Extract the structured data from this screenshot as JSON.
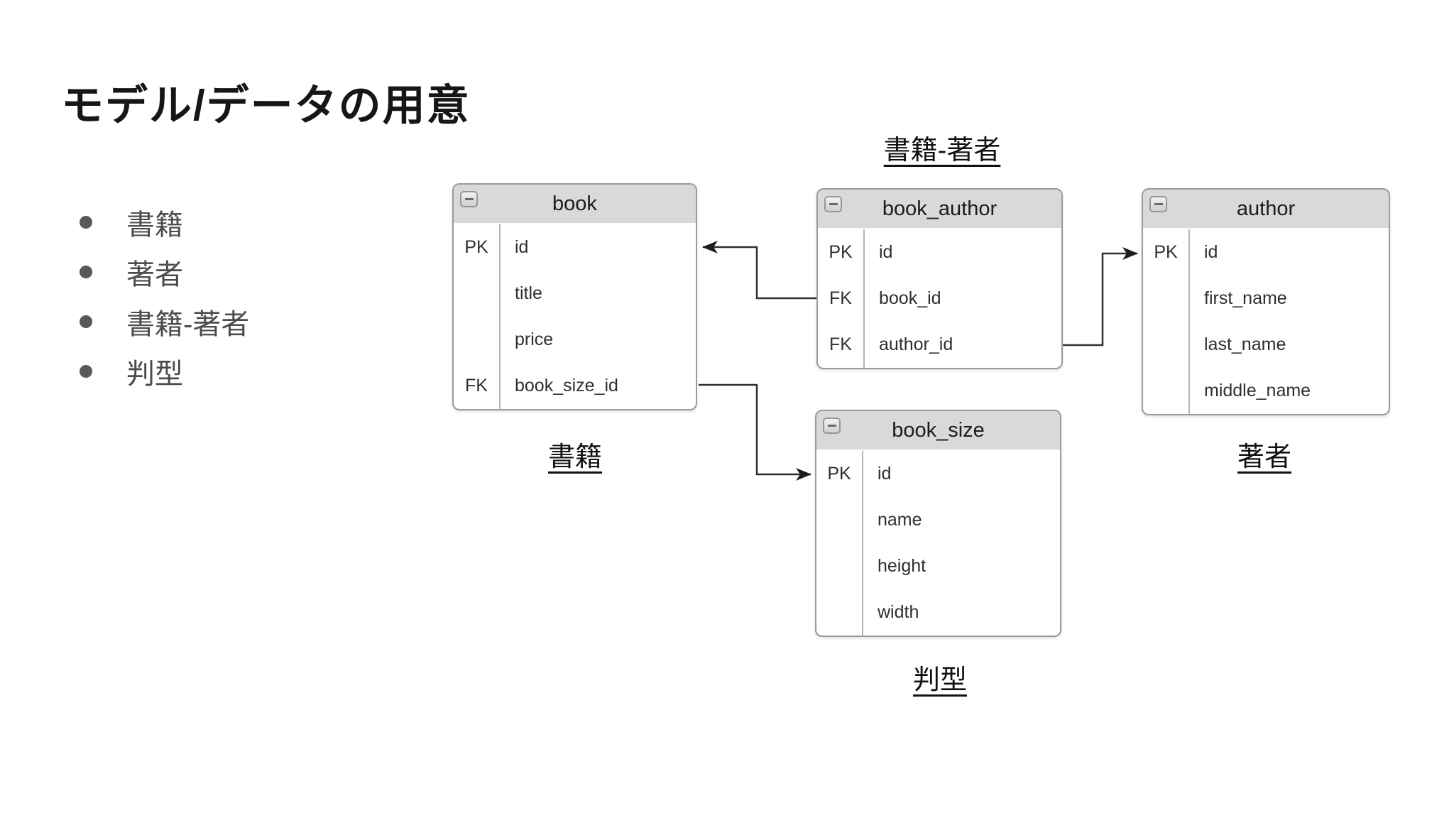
{
  "slide": {
    "title": "モデル/データの用意",
    "bullets": [
      {
        "label": "書籍"
      },
      {
        "label": "著者"
      },
      {
        "label": "書籍-著者"
      },
      {
        "label": "判型"
      }
    ]
  },
  "diagram": {
    "entities": [
      {
        "name": "book",
        "caption": "書籍",
        "rows": [
          {
            "key": "PK",
            "field": "id"
          },
          {
            "key": "",
            "field": "title"
          },
          {
            "key": "",
            "field": "price"
          },
          {
            "key": "FK",
            "field": "book_size_id"
          }
        ]
      },
      {
        "name": "book_author",
        "caption": "書籍-著者",
        "rows": [
          {
            "key": "PK",
            "field": "id"
          },
          {
            "key": "FK",
            "field": "book_id"
          },
          {
            "key": "FK",
            "field": "author_id"
          }
        ]
      },
      {
        "name": "author",
        "caption": "著者",
        "rows": [
          {
            "key": "PK",
            "field": "id"
          },
          {
            "key": "",
            "field": "first_name"
          },
          {
            "key": "",
            "field": "last_name"
          },
          {
            "key": "",
            "field": "middle_name"
          }
        ]
      },
      {
        "name": "book_size",
        "caption": "判型",
        "rows": [
          {
            "key": "PK",
            "field": "id"
          },
          {
            "key": "",
            "field": "name"
          },
          {
            "key": "",
            "field": "height"
          },
          {
            "key": "",
            "field": "width"
          }
        ]
      }
    ],
    "relationships": [
      {
        "from": "book_author.book_id",
        "to": "book.id"
      },
      {
        "from": "book_author.author_id",
        "to": "author.id"
      },
      {
        "from": "book.book_size_id",
        "to": "book_size.id"
      }
    ],
    "icons": {
      "collapse": "minus-icon"
    }
  },
  "colors": {
    "header_bg": "#d9d9d9",
    "table_border": "#9b9b9b",
    "connector": "#2f2f2f",
    "title_text": "#161616",
    "bullet_text": "#4c4c4c"
  }
}
